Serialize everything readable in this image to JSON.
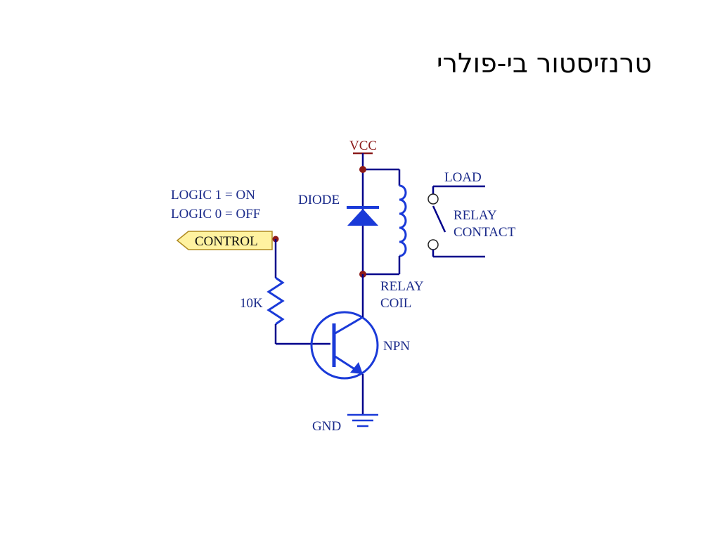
{
  "slide": {
    "title": "טרנזיסטור בי-פולרי"
  },
  "diagram": {
    "vcc_label": "VCC",
    "logic_1": "LOGIC 1 = ON",
    "logic_0": "LOGIC 0 = OFF",
    "control_label": "CONTROL",
    "diode_label": "DIODE",
    "resistor_label": "10K",
    "load_label": "LOAD",
    "relay_contact_line1": "RELAY",
    "relay_contact_line2": "CONTACT",
    "relay_coil_line1": "RELAY",
    "relay_coil_line2": "COIL",
    "transistor_label": "NPN",
    "gnd_label": "GND",
    "colors": {
      "wire": "#00008b",
      "component": "#1a3ad8",
      "node": "#8b1a1a",
      "control_fill": "#fff2a0"
    }
  }
}
